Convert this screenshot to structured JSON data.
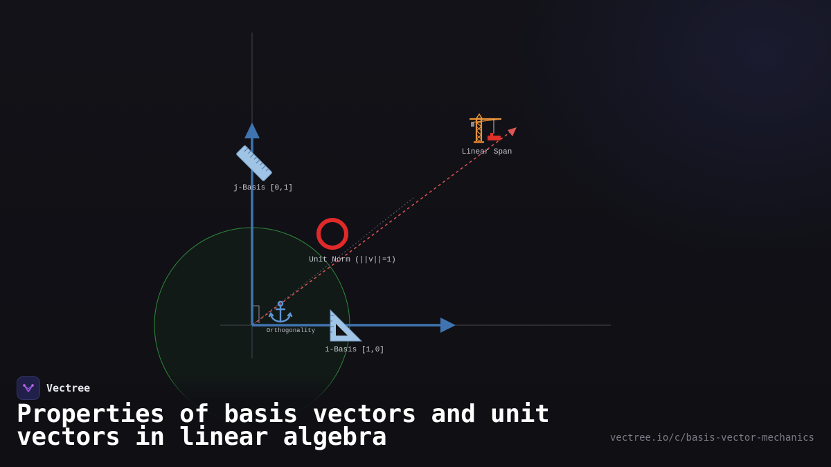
{
  "brand": {
    "name": "Vectree"
  },
  "title": "Properties of basis vectors and unit vectors in linear algebra",
  "url": "vectree.io/c/basis-vector-mechanics",
  "diagram": {
    "labels": {
      "linear_span": "Linear Span",
      "j_basis": "j-Basis [0,1]",
      "unit_norm": "Unit Norm (||v||=1)",
      "orthogonality": "Orthogonality",
      "i_basis": "i-Basis [1,0]"
    },
    "icons": {
      "linear_span": "crane-icon",
      "j_basis": "ruler-icon",
      "unit_norm": "circle-icon",
      "orthogonality": "anchor-icon",
      "i_basis": "triangular-ruler-icon"
    },
    "colors": {
      "basis_vector": "#3f74b0",
      "span_vector": "#e05555",
      "unit_circle": "#2f8a3a",
      "axes": "#3c3c44",
      "background": "#111116"
    }
  }
}
